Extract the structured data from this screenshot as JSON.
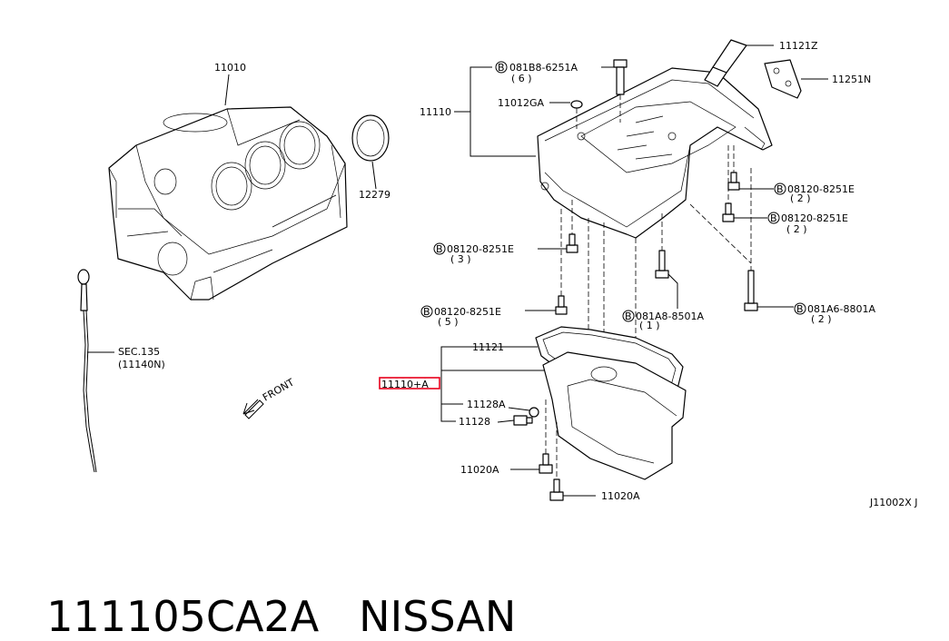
{
  "diagram_code": "J11002X J",
  "caption": {
    "part_number": "111105CA2A",
    "brand": "NISSAN"
  },
  "front_label": "FRONT",
  "labels": {
    "block": "11010",
    "seal": "12279",
    "gauge_sec": "SEC.135",
    "gauge_ref": "(11140N)",
    "upper_pan": "11110",
    "bolt_top": "081B8-6251A",
    "bolt_top_qty": "( 6 )",
    "washer": "11012GA",
    "tube": "11121Z",
    "bracket": "11251N",
    "bolt_r1": "08120-8251E",
    "bolt_r1_qty": "( 2 )",
    "bolt_r2": "08120-8251E",
    "bolt_r2_qty": "( 2 )",
    "bolt_l1": "08120-8251E",
    "bolt_l1_qty": "( 3 )",
    "bolt_l2": "08120-8251E",
    "bolt_l2_qty": "( 5 )",
    "bolt_c": "081A8-8501A",
    "bolt_c_qty": "( 1 )",
    "bolt_long": "081A6-8801A",
    "bolt_long_qty": "( 2 )",
    "gasket": "11121",
    "lower_pan": "11110+A",
    "drain_washer": "11128A",
    "drain_plug": "11128",
    "bolt_pan1": "11020A",
    "bolt_pan2": "11020A",
    "circle_b": "B"
  }
}
